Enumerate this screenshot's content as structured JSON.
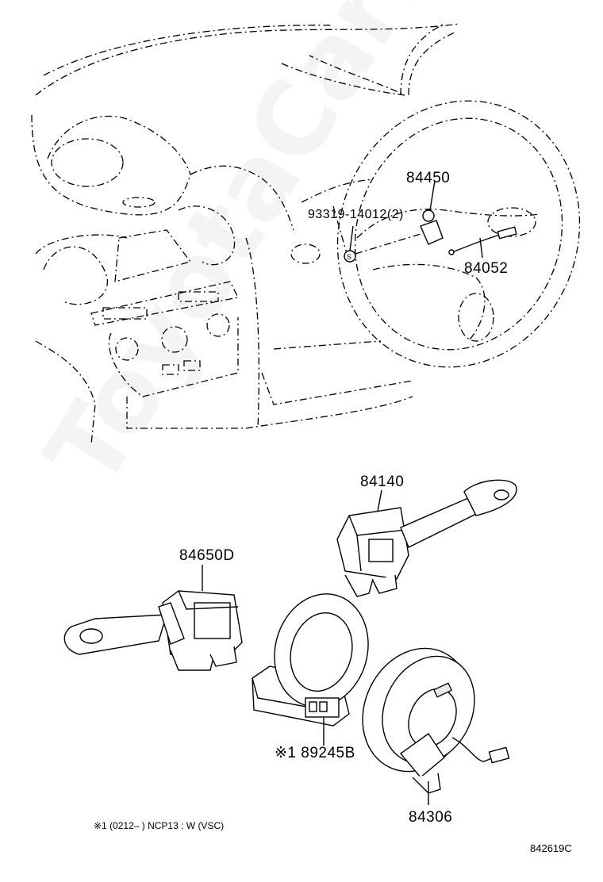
{
  "parts": [
    {
      "id": "p84450",
      "number": "84450"
    },
    {
      "id": "p93319",
      "number": "93319-14012(2)"
    },
    {
      "id": "p84052",
      "number": "84052"
    },
    {
      "id": "p84140",
      "number": "84140"
    },
    {
      "id": "p84650D",
      "number": "84650D"
    },
    {
      "id": "p89245B",
      "number": "※1 89245B"
    },
    {
      "id": "p84306",
      "number": "84306"
    }
  ],
  "footnote": "※1 (0212–         ) NCP13 : W (VSC)",
  "figure_id": "842619C",
  "watermark": "ToyotaCarMate.ru",
  "icons": [
    "screw-icon"
  ]
}
